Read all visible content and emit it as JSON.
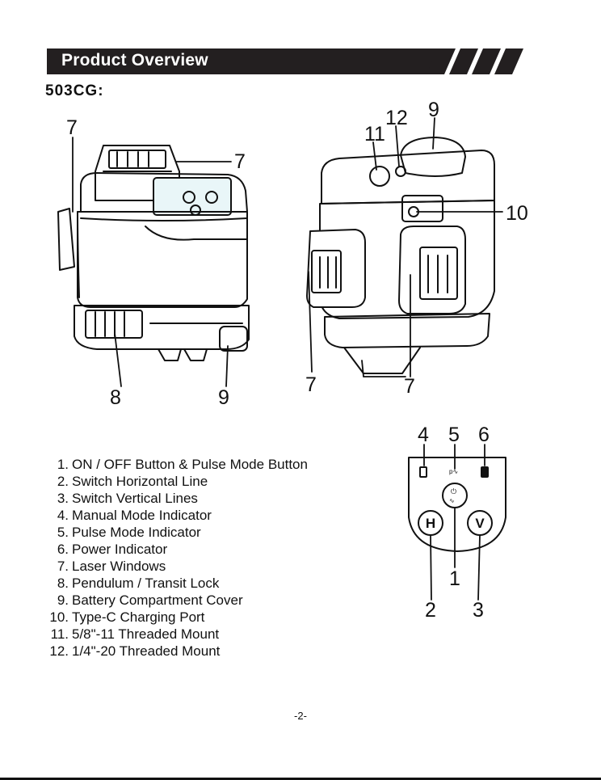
{
  "header": {
    "title": "Product Overview"
  },
  "model": "503CG:",
  "callouts": {
    "left_top_7": "7",
    "left_right_7": "7",
    "left_8": "8",
    "left_9": "9",
    "right_11": "11",
    "right_12": "12",
    "right_9": "9",
    "right_10": "10",
    "right_bottom_left_7": "7",
    "right_bottom_right_7": "7",
    "panel_4": "4",
    "panel_5": "5",
    "panel_6": "6",
    "panel_1": "1",
    "panel_2": "2",
    "panel_3": "3"
  },
  "panel_buttons": {
    "h": "H",
    "v": "V"
  },
  "features": [
    {
      "num": "1.",
      "label": "ON / OFF Button & Pulse Mode Button"
    },
    {
      "num": "2.",
      "label": "Switch Horizontal Line"
    },
    {
      "num": "3.",
      "label": "Switch Vertical Lines"
    },
    {
      "num": "4.",
      "label": "Manual Mode Indicator"
    },
    {
      "num": "5.",
      "label": "Pulse Mode Indicator"
    },
    {
      "num": "6.",
      "label": "Power Indicator"
    },
    {
      "num": "7.",
      "label": "Laser Windows"
    },
    {
      "num": "8.",
      "label": "Pendulum / Transit Lock"
    },
    {
      "num": "9.",
      "label": "Battery Compartment Cover"
    },
    {
      "num": "10.",
      "label": "Type-C Charging Port"
    },
    {
      "num": "11.",
      "label": "5/8\"-11 Threaded Mount"
    },
    {
      "num": "12.",
      "label": "1/4\"-20 Threaded Mount"
    }
  ],
  "page_number": "-2-"
}
